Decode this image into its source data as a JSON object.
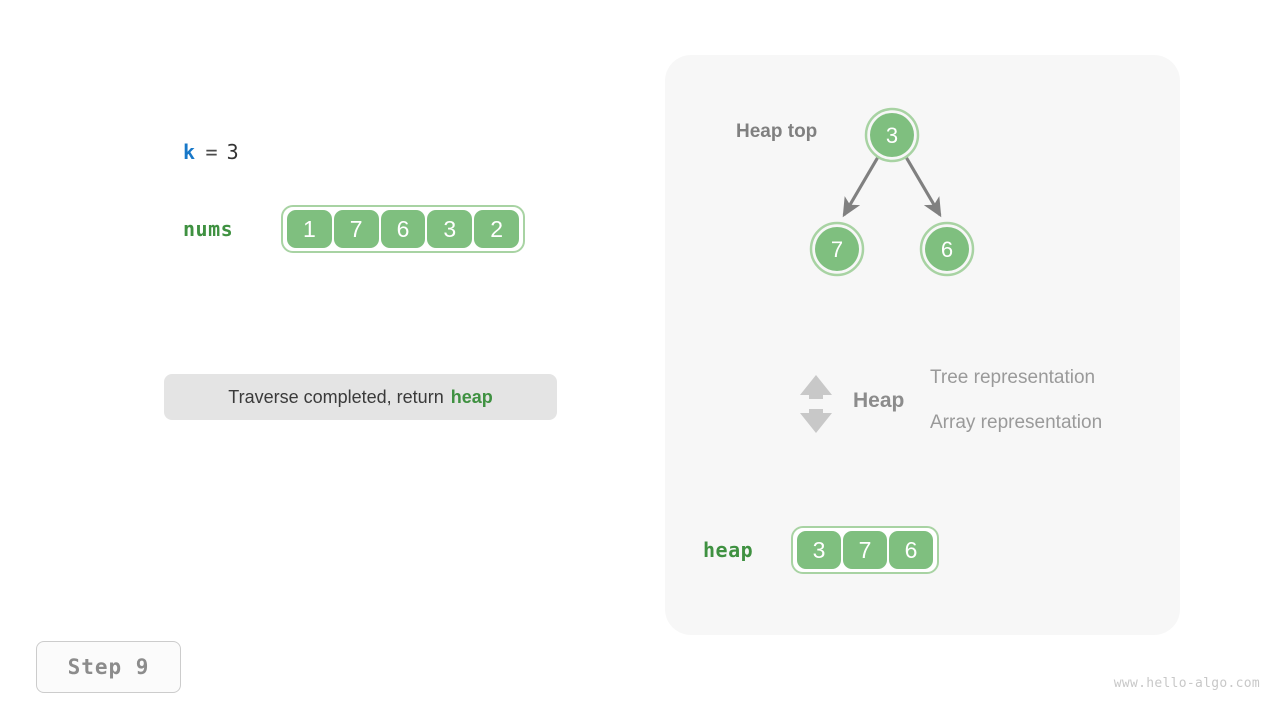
{
  "left": {
    "k": {
      "name": "k",
      "operator": "=",
      "value": "3"
    },
    "nums": {
      "label": "nums",
      "values": [
        "1",
        "7",
        "6",
        "3",
        "2"
      ]
    },
    "message": {
      "text": "Traverse completed, return",
      "highlight": "heap"
    },
    "step": {
      "label": "Step 9"
    },
    "watermark": "www.hello-algo.com"
  },
  "panel": {
    "heap_top_label": "Heap top",
    "tree": {
      "nodes": [
        {
          "value": "3",
          "role": "root"
        },
        {
          "value": "7",
          "role": "left-child"
        },
        {
          "value": "6",
          "role": "right-child"
        }
      ]
    },
    "representation": {
      "icon": "double-arrow-vertical-icon",
      "subject": "Heap",
      "top_label": "Tree representation",
      "bottom_label": "Array representation"
    },
    "heap_array": {
      "label": "heap",
      "values": [
        "3",
        "7",
        "6"
      ]
    }
  },
  "colors": {
    "node_fill": "#7fbf7f",
    "node_ring": "#a8d3a3",
    "accent_green": "#3f9141",
    "accent_blue": "#1878c8",
    "arrow_gray": "#808080",
    "panel_bg": "#f7f7f7",
    "message_bg": "#e4e4e4"
  }
}
